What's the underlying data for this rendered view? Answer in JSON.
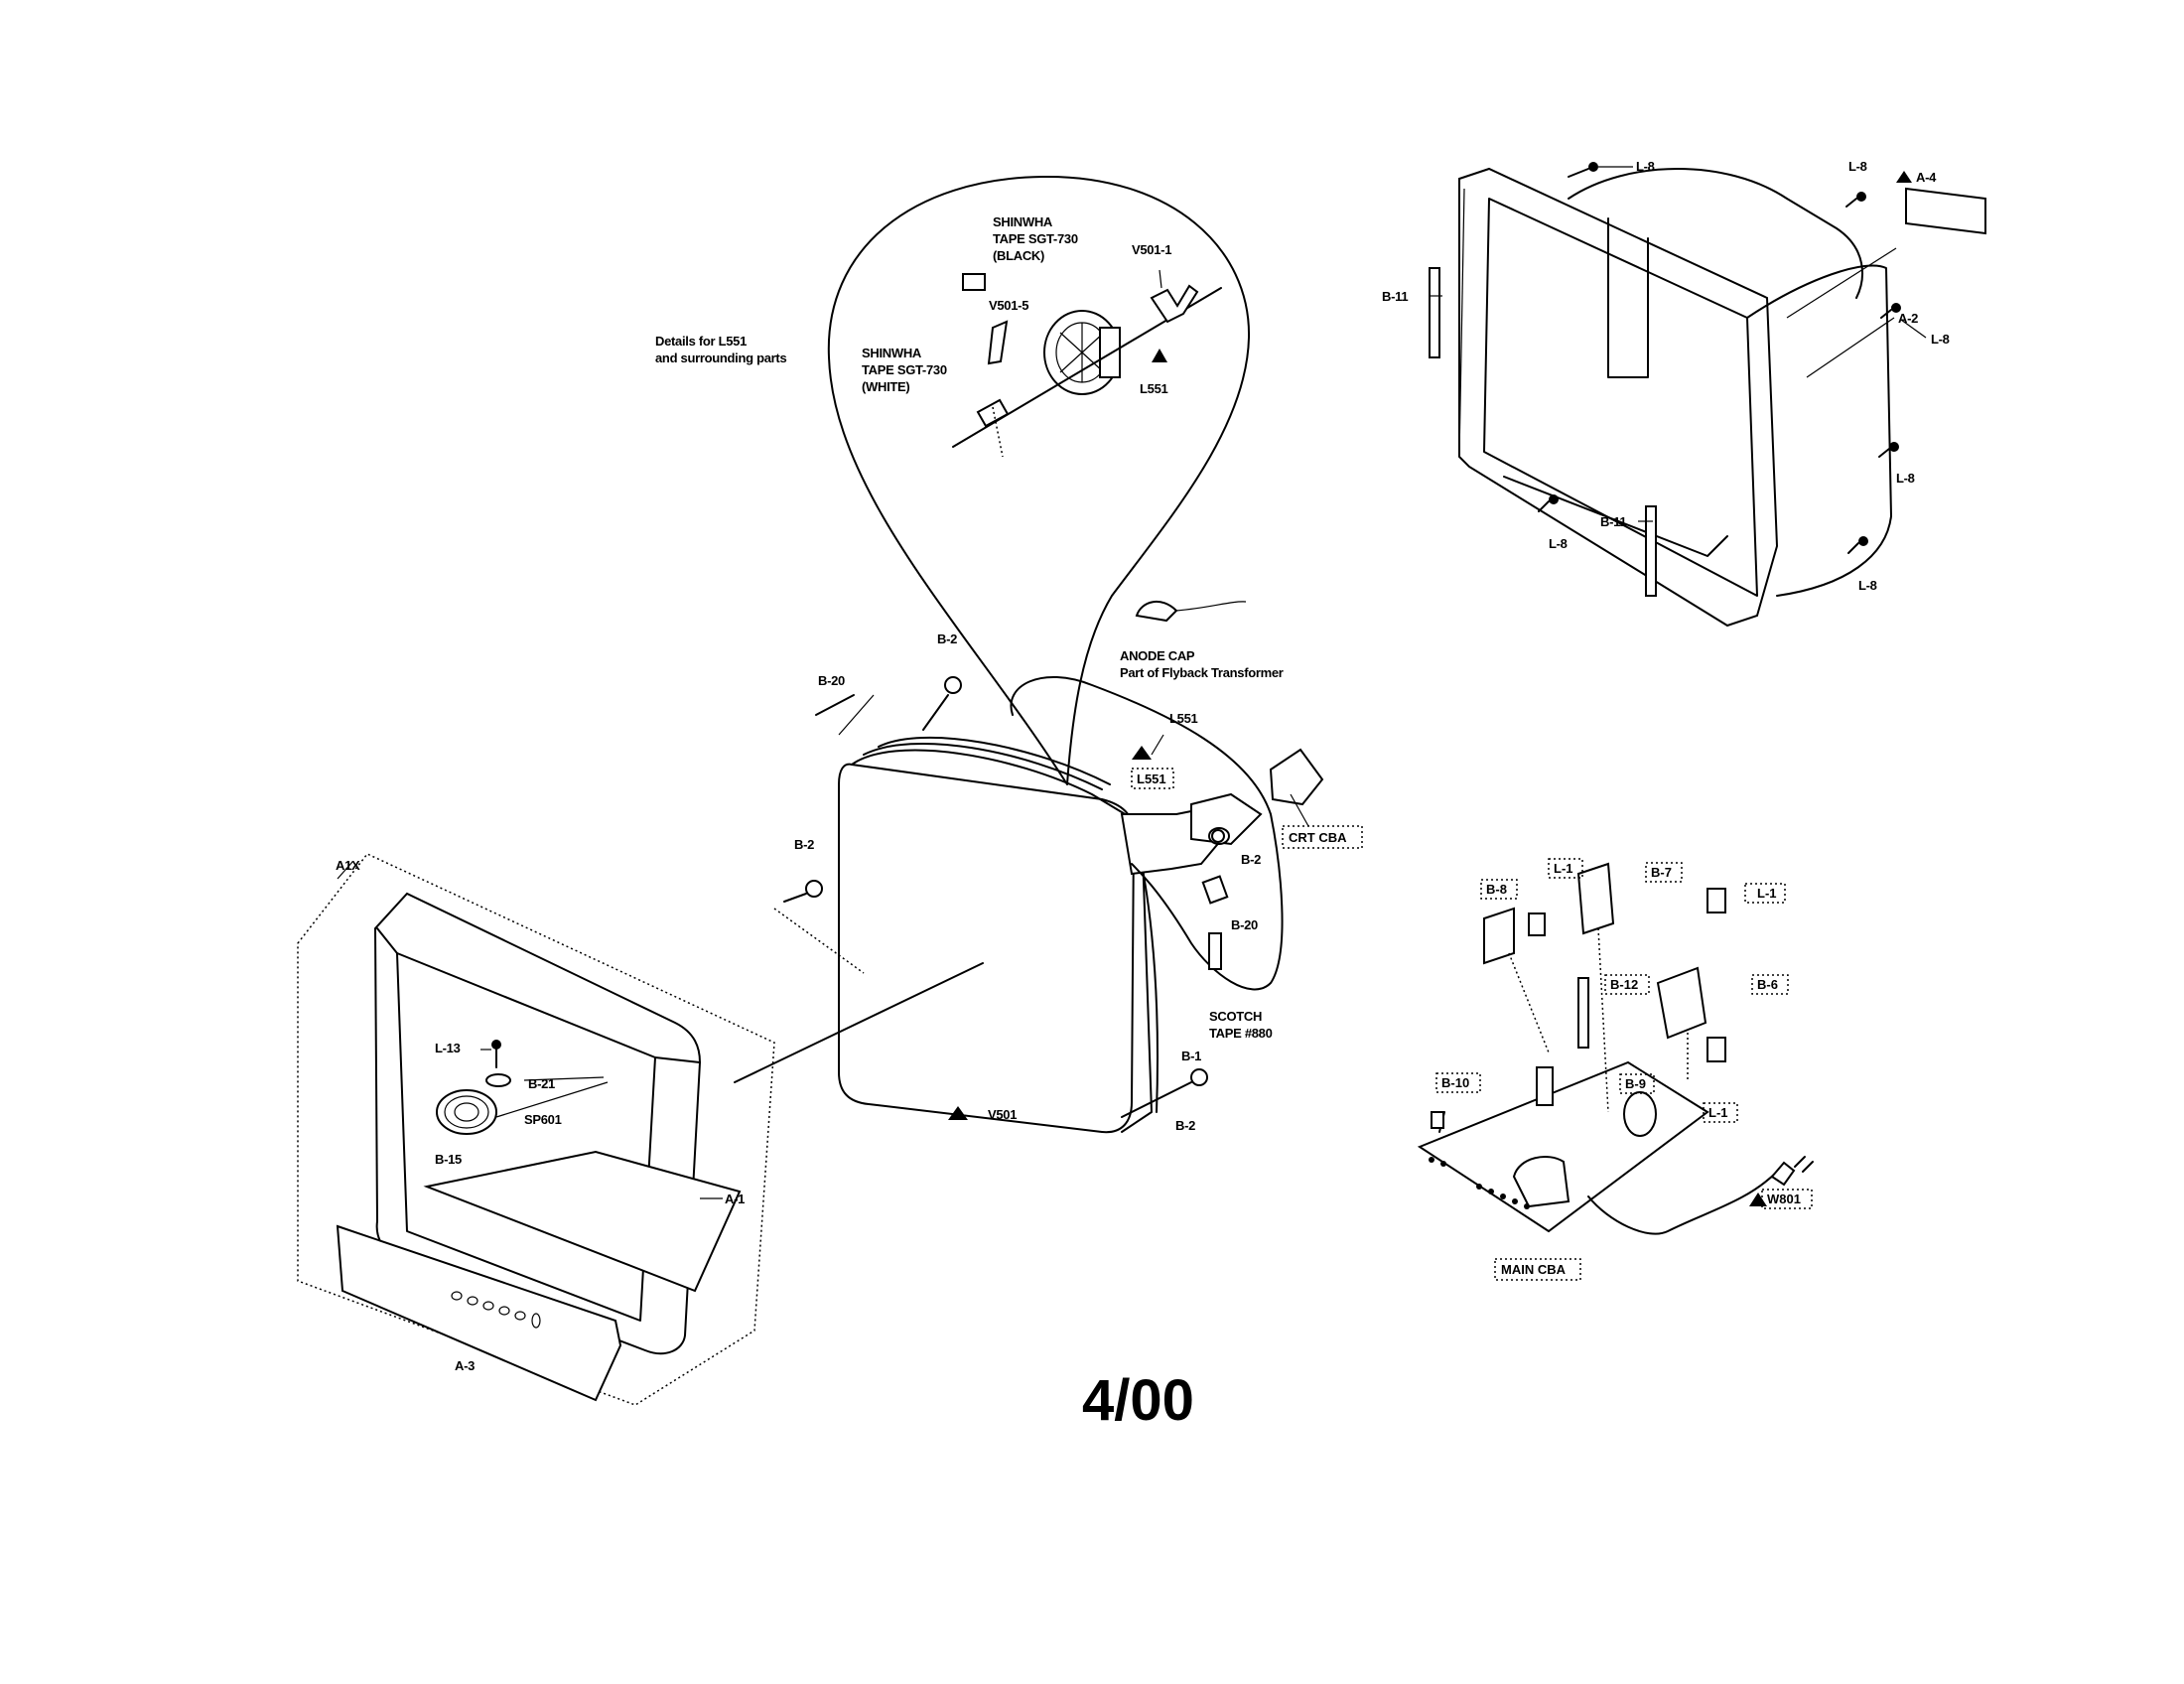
{
  "diagram": {
    "footer": "4/00",
    "detail_note": "Details for L551\nand surrounding parts",
    "labels": {
      "shinwha_black": "SHINWHA\nTAPE SGT-730\n(BLACK)",
      "shinwha_white": "SHINWHA\nTAPE SGT-730\n(WHITE)",
      "v501_1": "V501-1",
      "v501_5": "V501-5",
      "l551_detail": "L551",
      "anode_cap": "ANODE CAP\nPart of Flyback Transformer",
      "l551_top": "L551",
      "l551_boxed": "L551",
      "crt_cba": "CRT CBA",
      "b20_top": "B-20",
      "b2_top": "B-2",
      "b2_left": "B-2",
      "b2_right": "B-2",
      "b20_right": "B-20",
      "scotch": "SCOTCH\nTAPE #880",
      "b1": "B-1",
      "b2_bottom": "B-2",
      "v501": "V501",
      "a1x": "A1X",
      "l13": "L-13",
      "b21": "B-21",
      "sp601": "SP601",
      "b15": "B-15",
      "a1": "A-1",
      "a3": "A-3",
      "l8_1": "L-8",
      "l8_2": "L-8",
      "a4": "A-4",
      "b11_1": "B-11",
      "l8_3": "L-8",
      "a2": "A-2",
      "l8_4": "L-8",
      "l8_5": "L-8",
      "b11_2": "B-11",
      "l8_6": "L-8",
      "b8": "B-8",
      "l1_1": "L-1",
      "b7": "B-7",
      "l1_2": "L-1",
      "b12": "B-12",
      "b6": "B-6",
      "b10": "B-10",
      "b9": "B-9",
      "l1_3": "L-1",
      "w801": "W801",
      "main_cba": "MAIN CBA"
    }
  }
}
